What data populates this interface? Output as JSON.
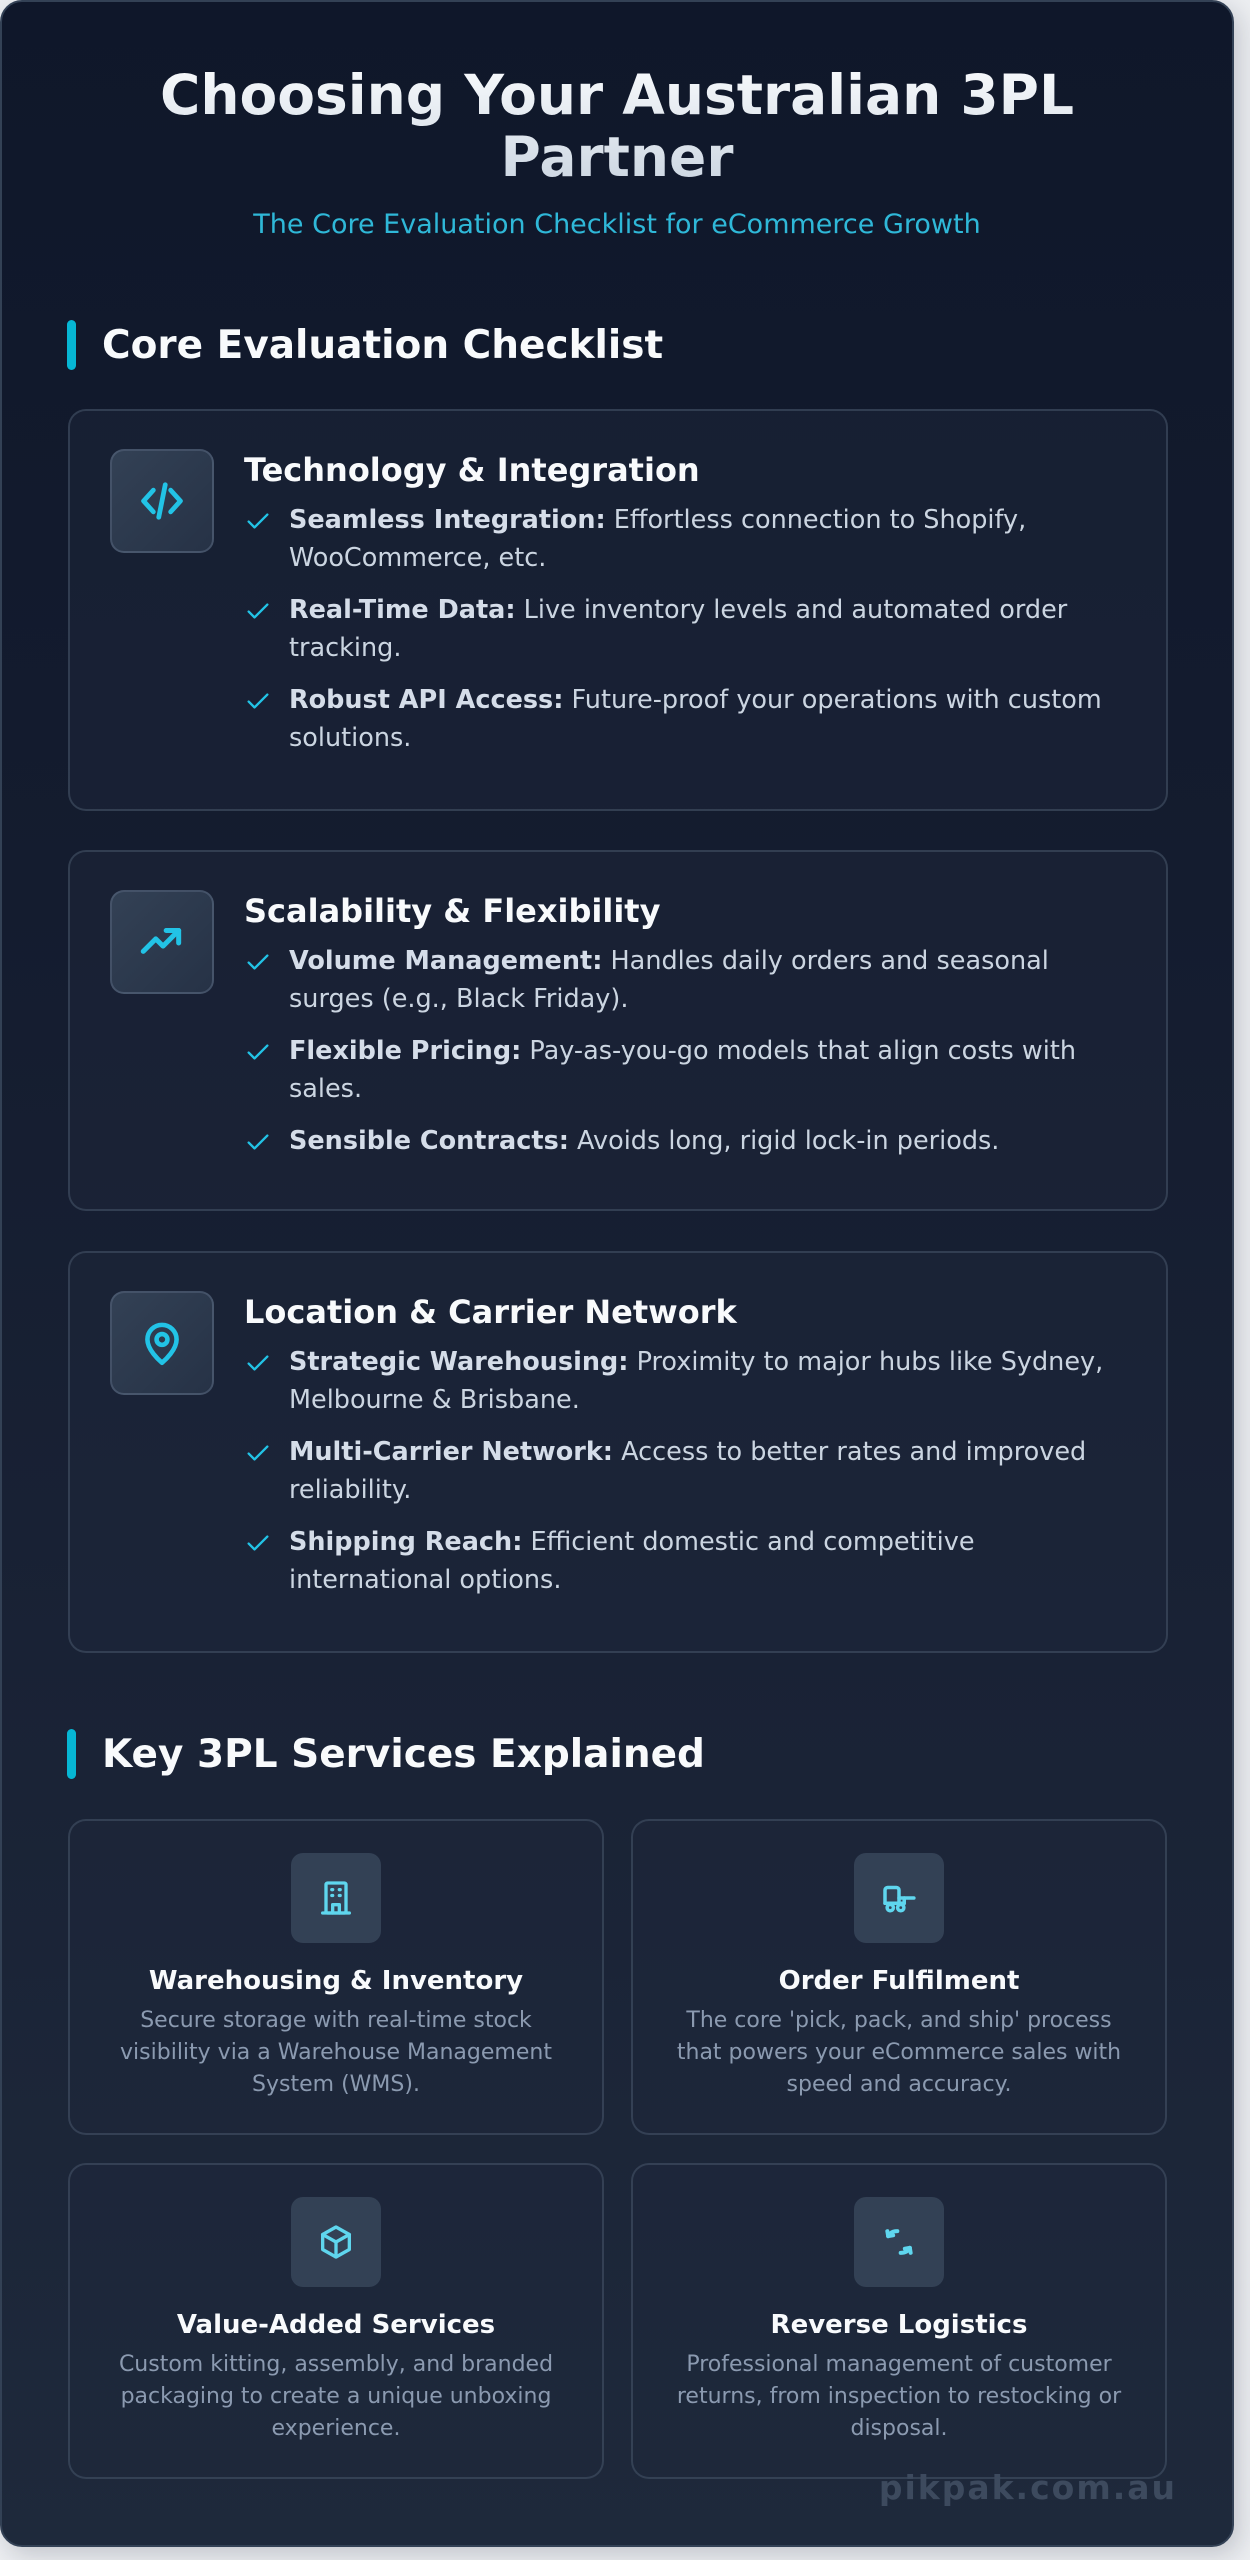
{
  "header": {
    "title": "Choosing Your Australian 3PL Partner",
    "subtitle": "The Core Evaluation Checklist for eCommerce Growth"
  },
  "sections": [
    {
      "title": "Core Evaluation Checklist",
      "cards": [
        {
          "icon": "code-icon",
          "title": "Technology & Integration",
          "items": [
            {
              "label": "Seamless Integration:",
              "text": " Effortless connection to Shopify, WooCommerce, etc."
            },
            {
              "label": "Real-Time Data:",
              "text": " Live inventory levels and automated order tracking."
            },
            {
              "label": "Robust API Access:",
              "text": " Future-proof your operations with custom solutions."
            }
          ]
        },
        {
          "icon": "trending-up-icon",
          "title": "Scalability & Flexibility",
          "items": [
            {
              "label": "Volume Management:",
              "text": " Handles daily orders and seasonal surges (e.g., Black Friday)."
            },
            {
              "label": "Flexible Pricing:",
              "text": " Pay-as-you-go models that align costs with sales."
            },
            {
              "label": "Sensible Contracts:",
              "text": " Avoids long, rigid lock-in periods."
            }
          ]
        },
        {
          "icon": "map-pin-icon",
          "title": "Location & Carrier Network",
          "items": [
            {
              "label": "Strategic Warehousing:",
              "text": " Proximity to major hubs like Sydney, Melbourne & Brisbane."
            },
            {
              "label": "Multi-Carrier Network:",
              "text": " Access to better rates and improved reliability."
            },
            {
              "label": "Shipping Reach:",
              "text": " Efficient domestic and competitive international options."
            }
          ]
        }
      ]
    },
    {
      "title": "Key 3PL Services Explained",
      "services": [
        {
          "icon": "building-icon",
          "title": "Warehousing & Inventory",
          "description": "Secure storage with real-time stock visibility via a Warehouse Management System (WMS)."
        },
        {
          "icon": "forklift-icon",
          "title": "Order Fulfilment",
          "description": "The core 'pick, pack, and ship' process that powers your eCommerce sales with speed and accuracy."
        },
        {
          "icon": "box-icon",
          "title": "Value-Added Services",
          "description": "Custom kitting, assembly, and branded packaging to create a unique unboxing experience."
        },
        {
          "icon": "refresh-arrows-icon",
          "title": "Reverse Logistics",
          "description": "Professional management of customer returns, from inspection to restocking or disposal."
        }
      ]
    }
  ],
  "footer": {
    "watermark": "pikpak.com.au"
  },
  "colors": {
    "accent": "#22d3ee",
    "accent_bar": "#06b6d4",
    "background_top": "#0f172a",
    "background_bottom": "#1e293b",
    "card_border": "#334155",
    "text_primary": "#f8fafc",
    "text_body": "#cbd5e1",
    "text_muted": "#94a3b8"
  }
}
